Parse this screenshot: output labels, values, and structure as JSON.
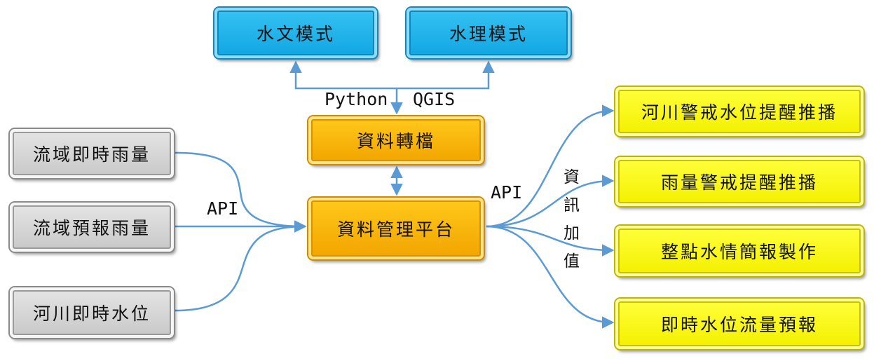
{
  "models": {
    "hydrology": "水文模式",
    "hydraulics": "水理模式"
  },
  "conversion": {
    "python_label": "Python",
    "qgis_label": "QGIS",
    "file_conversion": "資料轉檔"
  },
  "platform": {
    "label": "資料管理平台"
  },
  "inputs": {
    "realtime_rain": "流域即時雨量",
    "forecast_rain": "流域預報雨量",
    "river_level": "河川即時水位",
    "api_label": "API"
  },
  "outputs": {
    "api_label": "API",
    "value_added_chars": [
      "資",
      "訊",
      "加",
      "值"
    ],
    "river_alert": "河川警戒水位提醒推播",
    "rain_alert": "雨量警戒提醒推播",
    "hourly_report": "整點水情簡報製作",
    "forecast": "即時水位流量預報"
  },
  "colors": {
    "connector": "#5b9bd5",
    "blue_box": "#1fb1ea",
    "gold_box": "#fbb900",
    "gray_box": "#d6d6d6",
    "yellow_box": "#ffff14"
  }
}
